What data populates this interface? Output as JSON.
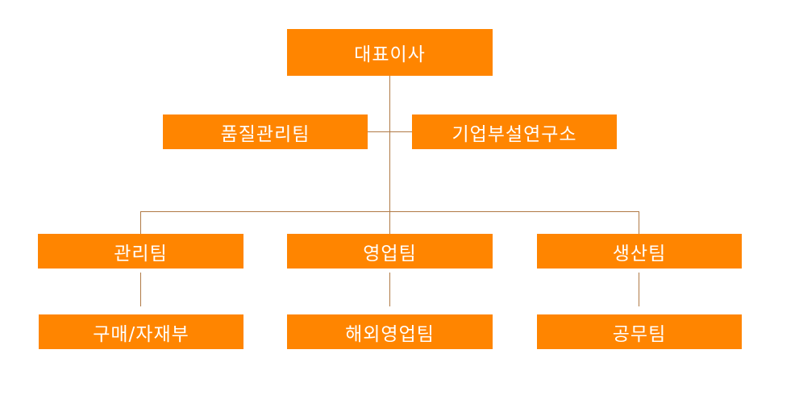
{
  "colors": {
    "box_fill": "#ff8500",
    "box_text": "#ffffff",
    "connector": "#b07a45"
  },
  "nodes": {
    "ceo": "대표이사",
    "quality_management": "품질관리팀",
    "rnd_center": "기업부설연구소",
    "administration": "관리팀",
    "sales": "영업팀",
    "production": "생산팀",
    "purchasing": "구매/자재부",
    "overseas_sales": "해외영업팀",
    "engineering": "공무팀"
  }
}
